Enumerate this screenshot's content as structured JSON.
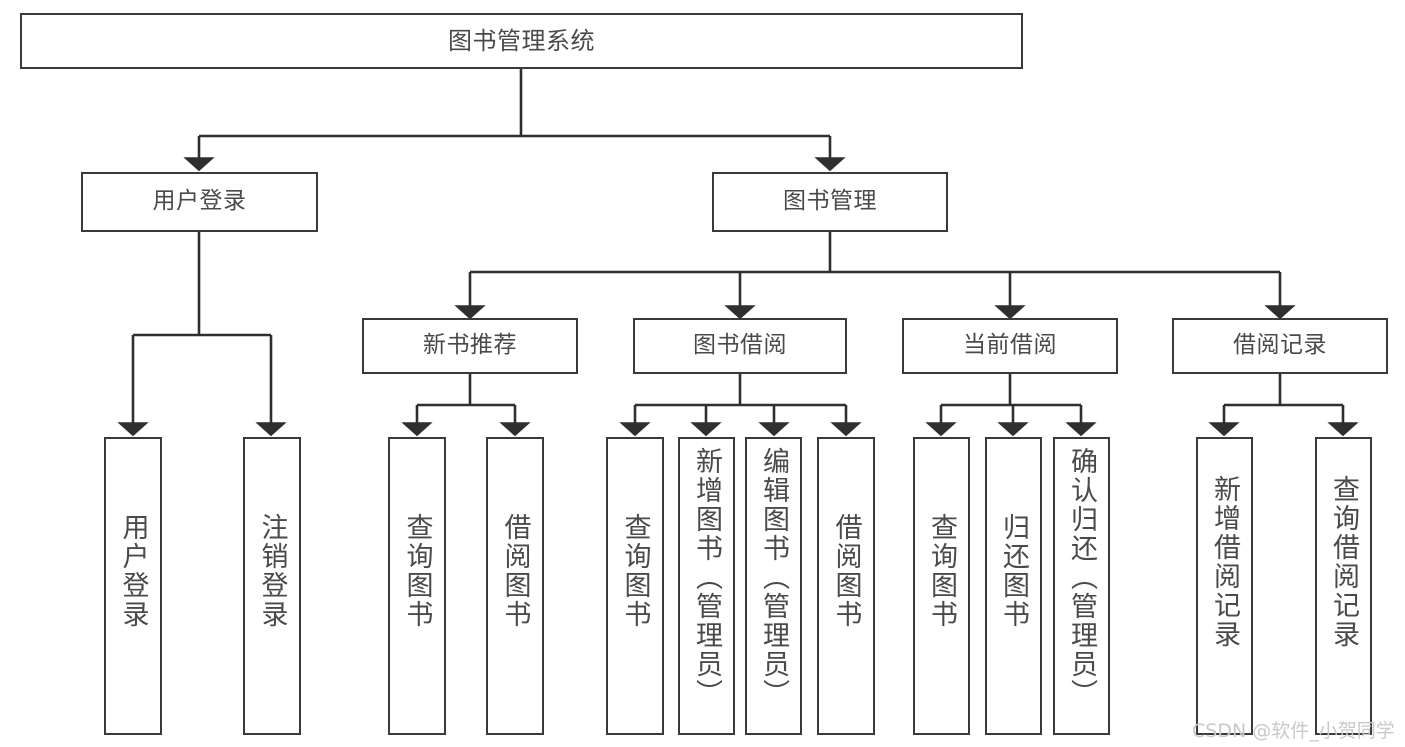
{
  "diagram": {
    "type": "tree-hierarchy",
    "title": "图书管理系统",
    "orientation": "top-down",
    "colors": {
      "background": "#ffffff",
      "box_border": "#3a3a3a",
      "box_fill": "#ffffff",
      "text": "#4a4a4a",
      "connector": "#2f2f2f",
      "watermark": "#c9c9c9"
    },
    "levels": [
      {
        "level": 1,
        "nodes": [
          {
            "id": "root",
            "label": "图书管理系统",
            "orientation": "horizontal"
          }
        ]
      },
      {
        "level": 2,
        "nodes": [
          {
            "id": "user-login",
            "label": "用户登录",
            "orientation": "horizontal",
            "parent": "root"
          },
          {
            "id": "book-manage",
            "label": "图书管理",
            "orientation": "horizontal",
            "parent": "root"
          }
        ]
      },
      {
        "level": 3,
        "nodes": [
          {
            "id": "new-book-rec",
            "label": "新书推荐",
            "orientation": "horizontal",
            "parent": "book-manage"
          },
          {
            "id": "book-borrow",
            "label": "图书借阅",
            "orientation": "horizontal",
            "parent": "book-manage"
          },
          {
            "id": "current-borrow",
            "label": "当前借阅",
            "orientation": "horizontal",
            "parent": "book-manage"
          },
          {
            "id": "borrow-record",
            "label": "借阅记录",
            "orientation": "horizontal",
            "parent": "book-manage"
          }
        ]
      },
      {
        "level": 4,
        "nodes": [
          {
            "id": "leaf-user-login",
            "label": "用户登录",
            "orientation": "vertical",
            "parent": "user-login"
          },
          {
            "id": "leaf-user-logout",
            "label": "注销登录",
            "orientation": "vertical",
            "parent": "user-login"
          },
          {
            "id": "leaf-query-book-1",
            "label": "查询图书",
            "orientation": "vertical",
            "parent": "new-book-rec"
          },
          {
            "id": "leaf-borrow-book-1",
            "label": "借阅图书",
            "orientation": "vertical",
            "parent": "new-book-rec"
          },
          {
            "id": "leaf-query-book-2",
            "label": "查询图书",
            "orientation": "vertical",
            "parent": "book-borrow"
          },
          {
            "id": "leaf-add-book",
            "label": "新增图书（管理员）",
            "orientation": "vertical",
            "parent": "book-borrow"
          },
          {
            "id": "leaf-edit-book",
            "label": "编辑图书（管理员）",
            "orientation": "vertical",
            "parent": "book-borrow"
          },
          {
            "id": "leaf-borrow-book-2",
            "label": "借阅图书",
            "orientation": "vertical",
            "parent": "book-borrow"
          },
          {
            "id": "leaf-query-book-3",
            "label": "查询图书",
            "orientation": "vertical",
            "parent": "current-borrow"
          },
          {
            "id": "leaf-return-book",
            "label": "归还图书",
            "orientation": "vertical",
            "parent": "current-borrow"
          },
          {
            "id": "leaf-confirm-return",
            "label": "确认归还（管理员）",
            "orientation": "vertical",
            "parent": "current-borrow"
          },
          {
            "id": "leaf-add-record",
            "label": "新增借阅记录",
            "orientation": "vertical",
            "parent": "borrow-record"
          },
          {
            "id": "leaf-query-record",
            "label": "查询借阅记录",
            "orientation": "vertical",
            "parent": "borrow-record"
          }
        ]
      }
    ]
  },
  "watermark": {
    "text": "CSDN @软件_小贺同学"
  }
}
